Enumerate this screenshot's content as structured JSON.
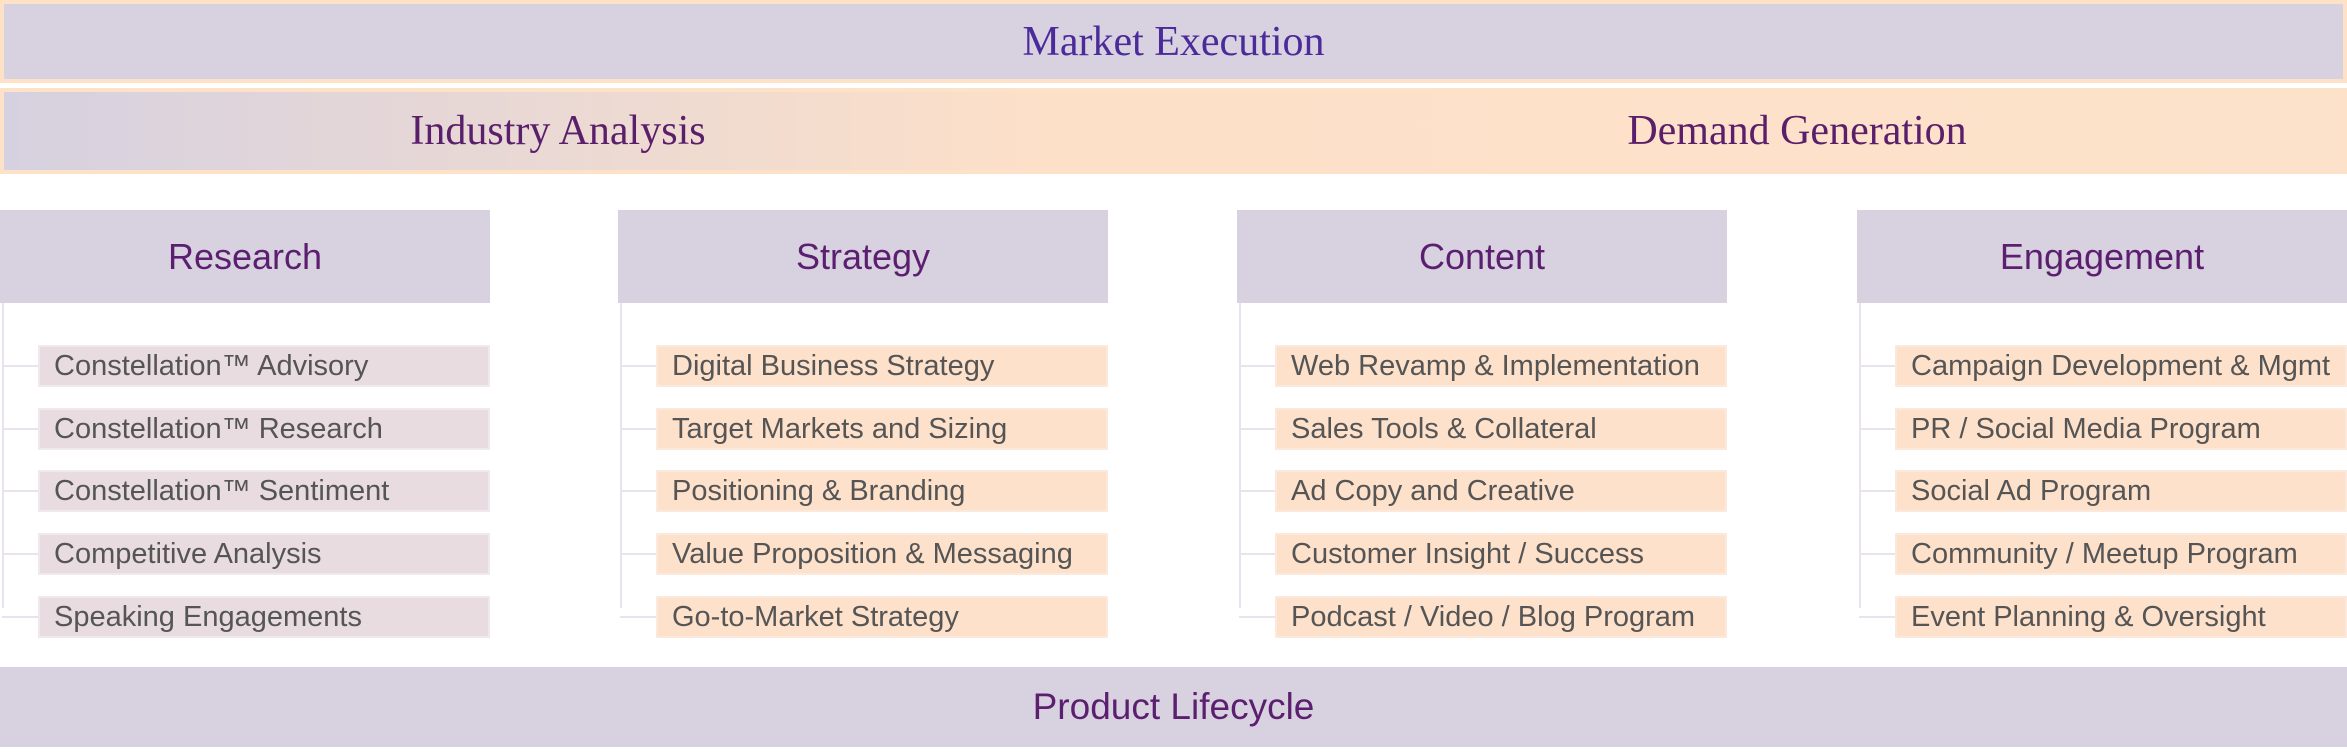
{
  "top_banner": {
    "title": "Market Execution"
  },
  "second_banner": {
    "left": "Industry Analysis",
    "right": "Demand Generation"
  },
  "columns": [
    {
      "title": "Research",
      "items": [
        "Constellation™ Advisory",
        "Constellation™ Research",
        "Constellation™ Sentiment",
        "Competitive Analysis",
        "Speaking Engagements"
      ]
    },
    {
      "title": "Strategy",
      "items": [
        "Digital Business Strategy",
        "Target Markets and Sizing",
        "Positioning & Branding",
        "Value Proposition & Messaging",
        "Go-to-Market Strategy"
      ]
    },
    {
      "title": "Content",
      "items": [
        "Web Revamp & Implementation",
        "Sales Tools & Collateral",
        "Ad Copy and Creative",
        "Customer Insight / Success",
        "Podcast / Video / Blog Program"
      ]
    },
    {
      "title": "Engagement",
      "items": [
        "Campaign Development & Mgmt",
        "PR / Social Media Program",
        "Social Ad Program",
        "Community / Meetup Program",
        "Event Planning & Oversight"
      ]
    }
  ],
  "bottom_banner": {
    "title": "Product Lifecycle"
  },
  "colors": {
    "banner_lavender": "#d8d1e0",
    "peach": "#fde1cb",
    "title_purple": "#5c1f70",
    "market_title": "#4b2a9a",
    "item_text": "#555555"
  }
}
